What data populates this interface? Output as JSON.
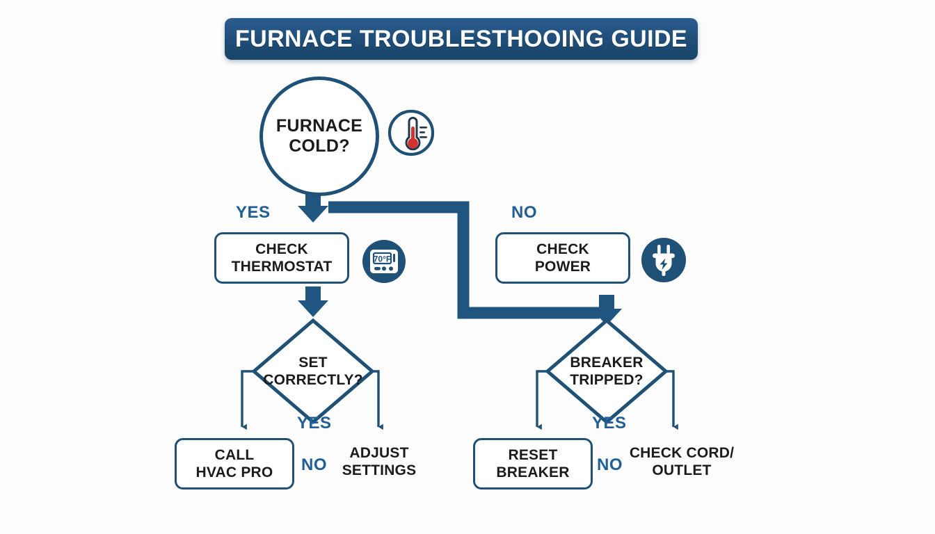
{
  "header": {
    "title": "FURNACE TROUBLESTHOOING GUIDE",
    "banner_color": "#1f4e79",
    "text_color": "#ffffff"
  },
  "theme": {
    "line_color": "#1f5075",
    "accent_blue": "#1f5e96",
    "icon_fill": "#1f5075",
    "mercury_red": "#d1332e",
    "node_text": "#1b1b1b",
    "background": "#fdfdfd"
  },
  "flow": {
    "start": {
      "id": "furnace-cold",
      "shape": "circle",
      "line1": "FURNACE",
      "line2": "COLD?"
    },
    "branches": [
      {
        "id": "yes-branch",
        "edge_label": "YES",
        "action": {
          "id": "check-thermostat",
          "shape": "box",
          "line1": "CHECK",
          "line2": "THERMOSTAT"
        },
        "decision": {
          "id": "set-correctly",
          "shape": "diamond",
          "line1": "SET",
          "line2": "CORRECTLY?"
        },
        "decision_label_yes": "YES",
        "decision_label_no": "NO",
        "outcome_left": {
          "id": "call-hvac-pro",
          "shape": "box",
          "line1": "CALL",
          "line2": "HVAC PRO"
        },
        "outcome_right": {
          "id": "adjust-settings",
          "shape": "plain",
          "line1": "ADJUST",
          "line2": "SETTINGS"
        }
      },
      {
        "id": "no-branch",
        "edge_label": "NO",
        "action": {
          "id": "check-power",
          "shape": "box",
          "line1": "CHECK",
          "line2": "POWER"
        },
        "decision": {
          "id": "breaker-tripped",
          "shape": "diamond",
          "line1": "BREAKER",
          "line2": "TRIPPED?"
        },
        "decision_label_yes": "YES",
        "decision_label_no": "NO",
        "outcome_left": {
          "id": "reset-breaker",
          "shape": "box",
          "line1": "RESET",
          "line2": "BREAKER"
        },
        "outcome_right": {
          "id": "check-cord-outlet",
          "shape": "plain",
          "line1": "CHECK CORD/",
          "line2": "OUTLET"
        }
      }
    ]
  },
  "icons": [
    {
      "id": "thermometer-icon",
      "style": "outline-circle",
      "reading": "",
      "near": "furnace-cold"
    },
    {
      "id": "thermostat-icon",
      "style": "filled-circle",
      "reading": "70°F",
      "near": "check-thermostat"
    },
    {
      "id": "power-plug-icon",
      "style": "filled-circle",
      "reading": "",
      "near": "check-power"
    }
  ]
}
